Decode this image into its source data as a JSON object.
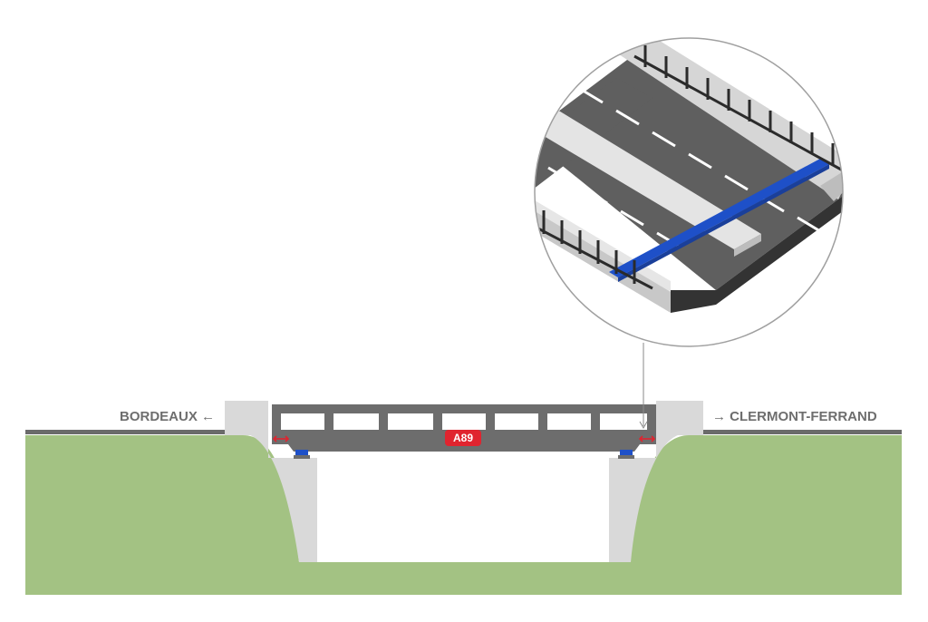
{
  "labels": {
    "left_direction": "BORDEAUX ←",
    "right_direction": "→ CLERMONT-FERRAND",
    "road_shield": "A89"
  },
  "colors": {
    "ground": "#a3c283",
    "concrete": "#d9d9d9",
    "deck": "#6d6d6d",
    "road": "#5f5f5f",
    "joint": "#1e50c8",
    "shield": "#e0242f",
    "arrow": "#e0242f",
    "label": "#6e6e6e"
  },
  "icons": {
    "left_arrow": "left-arrow-icon",
    "right_arrow": "right-arrow-icon",
    "expansion_arrows": "double-arrow-icon"
  }
}
